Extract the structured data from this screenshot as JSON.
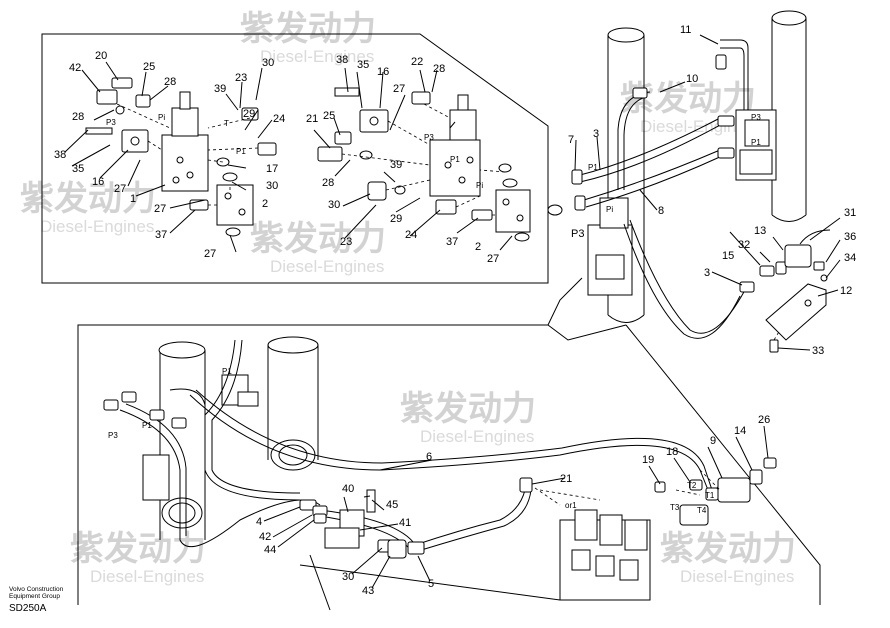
{
  "watermark": {
    "cn": "紫发动力",
    "en": "Diesel-Engines"
  },
  "footer": {
    "company_line1": "Volvo Construction",
    "company_line2": "Equipment Group",
    "drawing_code": "SD250A"
  },
  "ports": {
    "p1": "P1",
    "p3": "P3",
    "pi": "Pi",
    "t": "T",
    "t1": "T1",
    "t2": "T2",
    "t3": "T3",
    "t4": "T4",
    "or1": "or1"
  },
  "callouts": {
    "n1": "1",
    "n2": "2",
    "n3": "3",
    "n4": "4",
    "n5": "5",
    "n6": "6",
    "n7": "7",
    "n8": "8",
    "n9": "9",
    "n10": "10",
    "n11": "11",
    "n12": "12",
    "n13": "13",
    "n14": "14",
    "n15": "15",
    "n16": "16",
    "n17": "17",
    "n18": "18",
    "n19": "19",
    "n20": "20",
    "n21": "21",
    "n22": "22",
    "n23": "23",
    "n24": "24",
    "n25": "25",
    "n26": "26",
    "n27": "27",
    "n28": "28",
    "n29": "29",
    "n30": "30",
    "n31": "31",
    "n32": "32",
    "n33": "33",
    "n34": "34",
    "n35": "35",
    "n36": "36",
    "n37": "37",
    "n38": "38",
    "n39": "39",
    "n40": "40",
    "n41": "41",
    "n42": "42",
    "n43": "43",
    "n44": "44",
    "n45": "45"
  }
}
